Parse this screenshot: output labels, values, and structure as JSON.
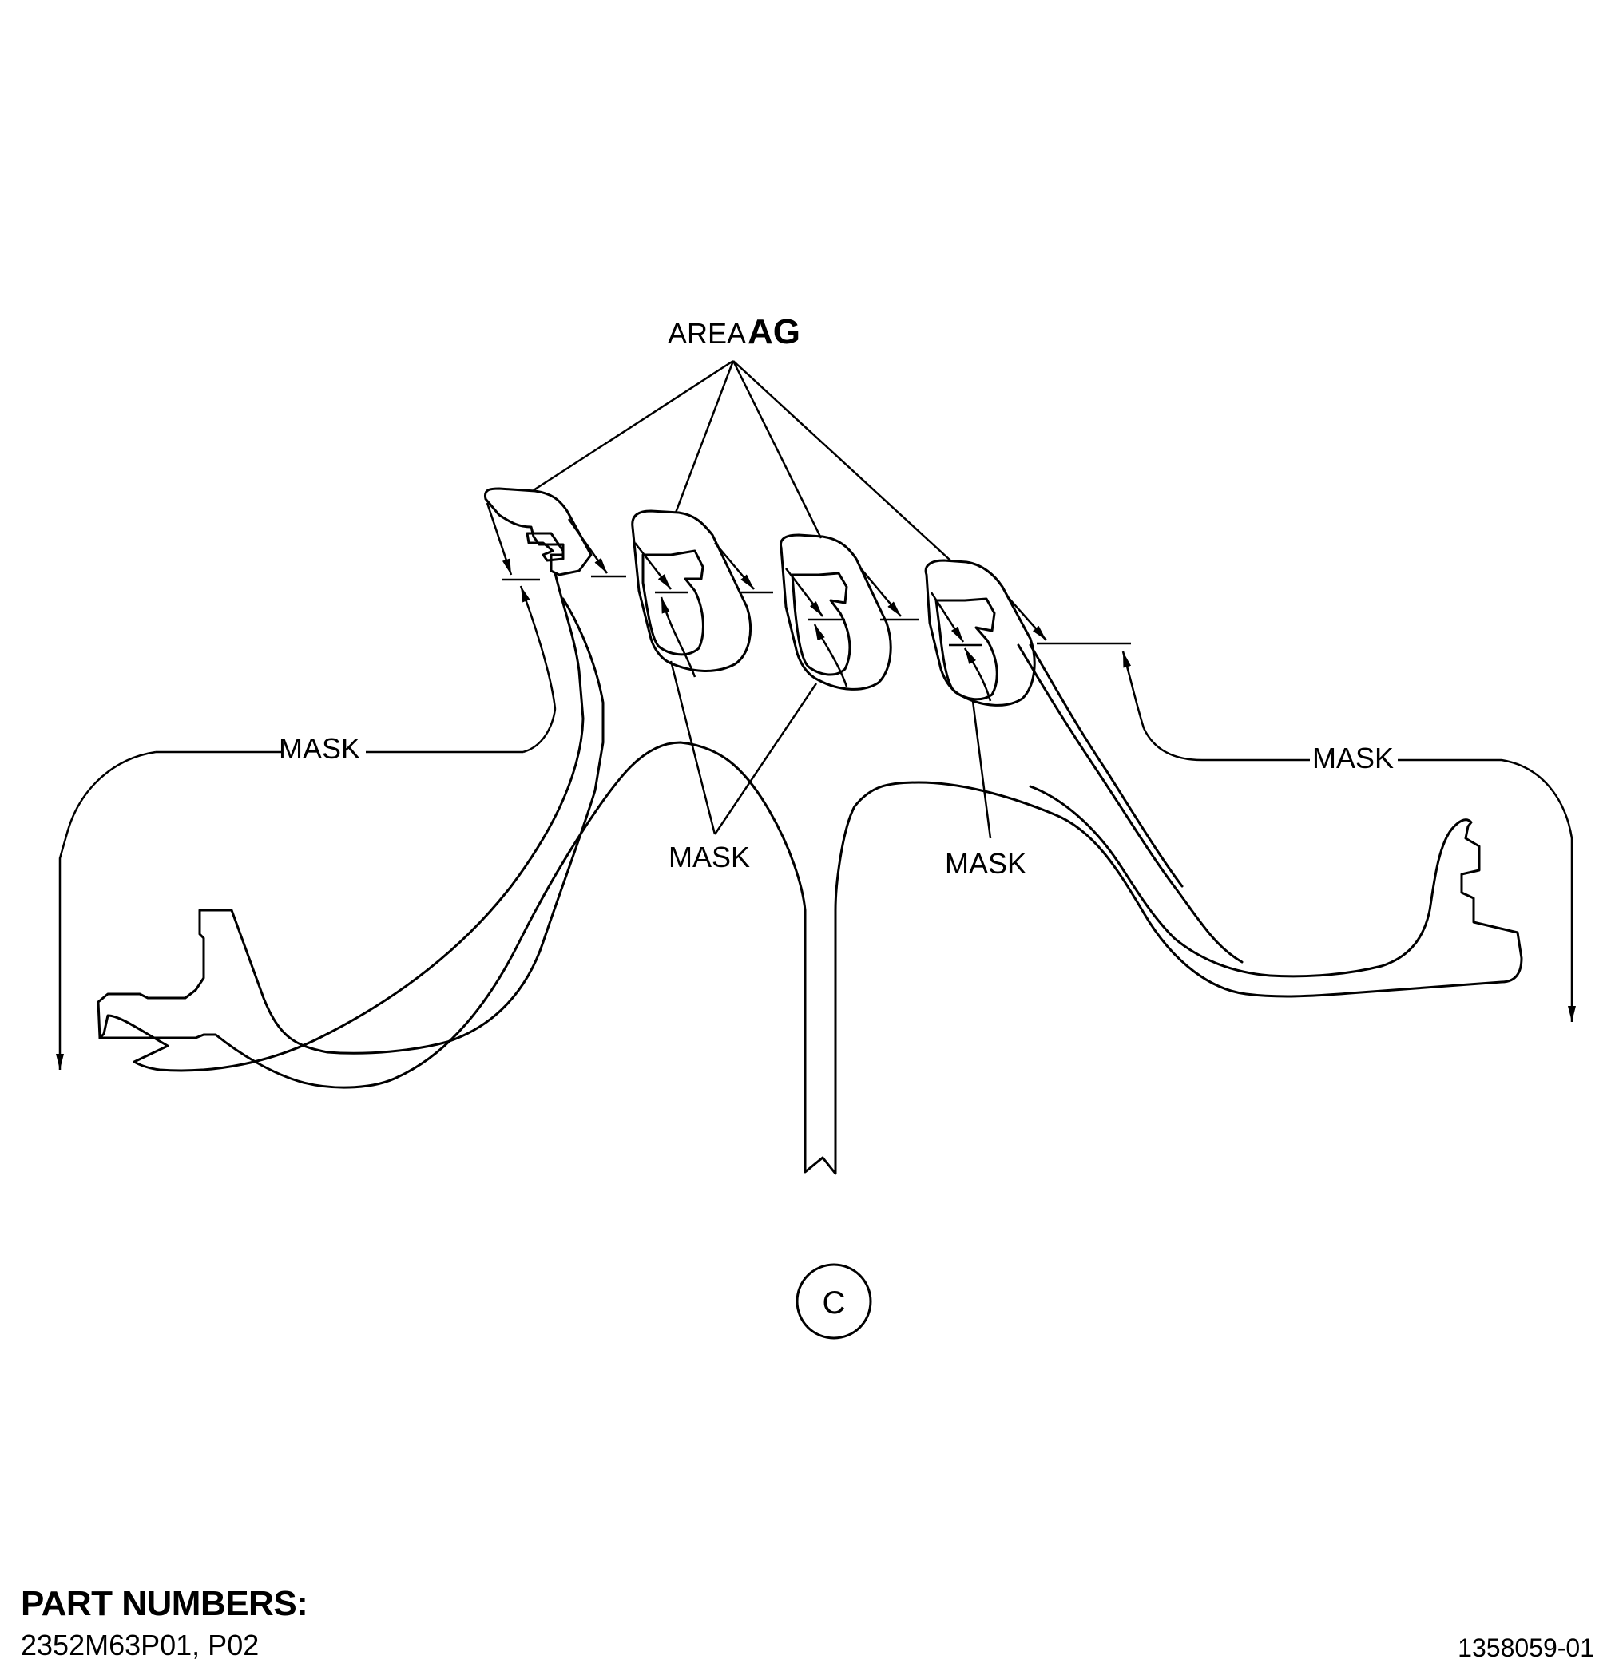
{
  "labels": {
    "area_prefix": "AREA",
    "area_code": "AG",
    "mask": "MASK",
    "view_letter": "C"
  },
  "footer": {
    "part_numbers_title": "PART NUMBERS:",
    "part_numbers": "2352M63P01, P02",
    "figure_id": "1358059-01"
  },
  "colors": {
    "line": "#000000",
    "background": "#ffffff"
  }
}
